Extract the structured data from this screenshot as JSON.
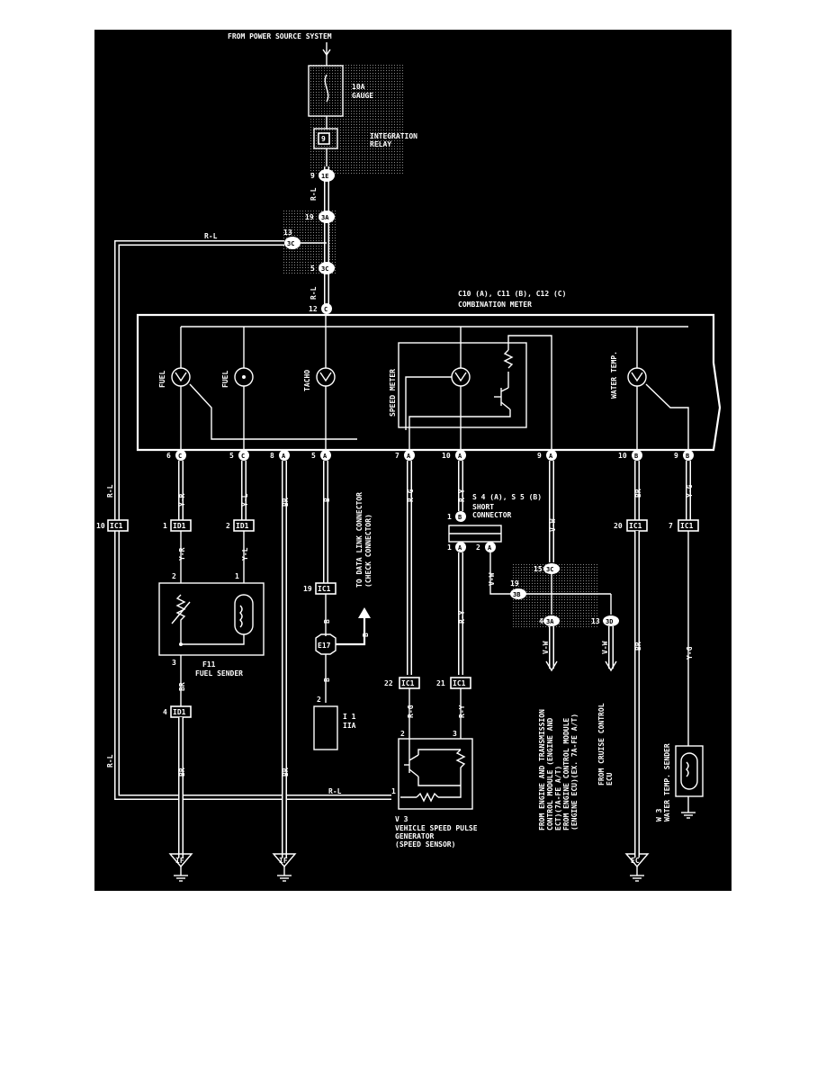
{
  "source_label": "FROM POWER SOURCE SYSTEM",
  "fuse": {
    "line1": "10A",
    "line2": "GAUGE"
  },
  "relay": {
    "pin": "9",
    "line1": "INTEGRATION",
    "line2": "RELAY"
  },
  "meter_header": {
    "line1": "C10 (A), C11 (B), C12 (C)",
    "line2": "COMBINATION METER"
  },
  "gauges": {
    "fuel1": "FUEL",
    "fuel2": "FUEL",
    "tacho": "TACHO",
    "speed": "SPEED METER",
    "water": "WATER TEMP."
  },
  "wire_colors": {
    "rl": "R-L",
    "yr": "Y-R",
    "yl": "Y-L",
    "br": "BR",
    "b": "B",
    "rg": "R-G",
    "ry": "R-Y",
    "vw": "V-W",
    "yg": "Y-G"
  },
  "connectors": {
    "c1E": "1E",
    "c3A": "3A",
    "c3C": "3C",
    "cD": "C",
    "cA": "A",
    "cB": "B",
    "ic1": "IC1",
    "id1": "ID1",
    "e17": "E17",
    "c3B": "3B",
    "c3D": "3D"
  },
  "pins": {
    "p9": "9",
    "p19": "19",
    "p13": "13",
    "p5": "5",
    "p12": "12",
    "m6": "6",
    "m5": "5",
    "m8": "8",
    "m5b": "5",
    "m7": "7",
    "m10": "10",
    "m9": "9",
    "m10b": "10",
    "m9b": "9",
    "ic10": "10",
    "id1a": "1",
    "id2": "2",
    "ic20": "20",
    "ic7": "7",
    "s1": "1",
    "s1b": "1",
    "s2": "2",
    "ic19": "19",
    "j15": "15",
    "j19": "19",
    "j4": "4",
    "j13": "13",
    "f2": "2",
    "f1": "1",
    "f3": "3",
    "id4": "4",
    "ic22": "22",
    "ic21": "21",
    "e2": "2",
    "v2": "2",
    "v3": "3",
    "v1": "1"
  },
  "short_connector": {
    "line1": "S 4 (A), S 5 (B)",
    "line2": "SHORT",
    "line3": "CONNECTOR"
  },
  "dlc": {
    "line1": "TO DATA LINK CONNECTOR",
    "line2": "(CHECK CONNECTOR)"
  },
  "fuel_sender": {
    "line1": "F11",
    "line2": "FUEL SENDER"
  },
  "i1": {
    "line1": "I 1",
    "line2": "IIA"
  },
  "vss": {
    "line1": "V 3",
    "line2": "VEHICLE SPEED PULSE",
    "line3": "GENERATOR",
    "line4": "(SPEED SENSOR)"
  },
  "ecm": {
    "line1": "FROM ENGINE AND TRANSMISSION",
    "line2": "CONTROL MODULE (ENGINE AND",
    "line3": "ECT)(7A-FE A/T)",
    "line4": "FROM ENGINE CONTROL MODULE",
    "line5": "(ENGINE ECU)(EX. 7A-FE A/T)"
  },
  "cruise": {
    "line1": "FROM CRUISE CONTROL",
    "line2": "ECU"
  },
  "water_sender": {
    "line1": "W 3",
    "line2": "WATER TEMP. SENDER"
  },
  "grounds": {
    "g1": "IF",
    "g2": "IF",
    "g3": "EC"
  }
}
